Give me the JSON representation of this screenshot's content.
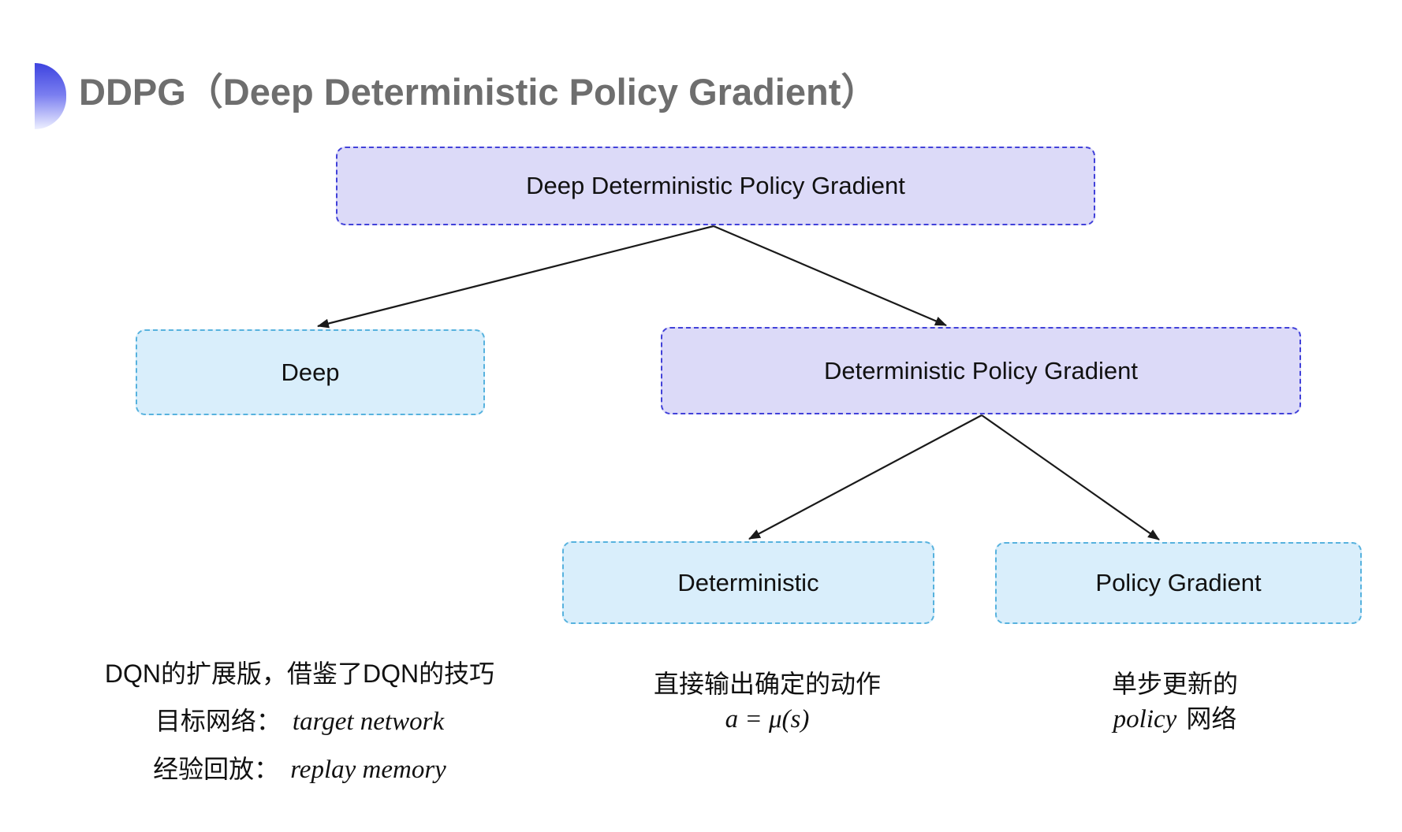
{
  "title": {
    "text": "DDPG（Deep Deterministic Policy Gradient）"
  },
  "colors": {
    "purple_fill": "#DCDAF8",
    "purple_border": "#4141D9",
    "cyan_fill": "#D9EEFB",
    "cyan_border": "#57B2DE",
    "arrow": "#1A1A1A",
    "title_text": "#6E6E6E",
    "node_text": "#111111",
    "note_text": "#111111",
    "circle_top": "#3D43DF",
    "circle_bottom": "#EDEFFF"
  },
  "tree": {
    "root": {
      "label": "Deep Deterministic Policy Gradient",
      "variant": "purple"
    },
    "deep": {
      "label": "Deep",
      "variant": "cyan"
    },
    "dpg": {
      "label": "Deterministic Policy Gradient",
      "variant": "purple"
    },
    "deterministic": {
      "label": "Deterministic",
      "variant": "cyan"
    },
    "policy_gradient": {
      "label": "Policy Gradient",
      "variant": "cyan"
    }
  },
  "notes": {
    "deep": {
      "line1": "DQN的扩展版，借鉴了DQN的技巧",
      "target_label": "目标网络：",
      "target_value": "target network",
      "replay_label": "经验回放：",
      "replay_value": "replay memory"
    },
    "deterministic": {
      "line1": "直接输出确定的动作",
      "formula": "a = μ(s)"
    },
    "policy_gradient": {
      "line1": "单步更新的",
      "word_italic": "policy",
      "word_rest": "网络"
    }
  }
}
